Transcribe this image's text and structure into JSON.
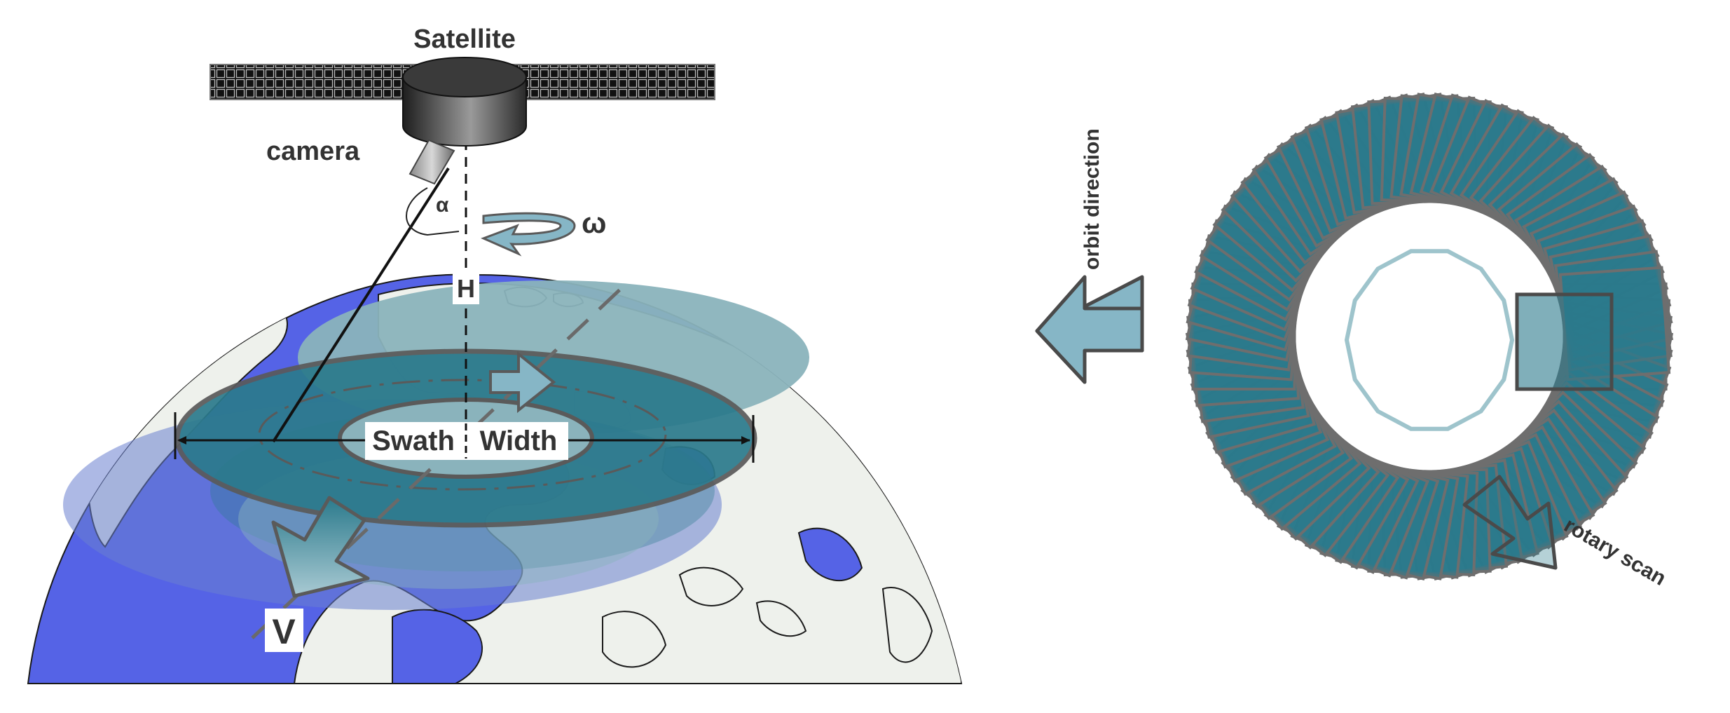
{
  "labels": {
    "satellite": "Satellite",
    "camera": "camera",
    "alpha": "α",
    "omega": "ω",
    "height": "H",
    "swath": "Swath",
    "width": "Width",
    "velocity": "V",
    "orbit_direction": "orbit direction",
    "rotary_scan": "rotary scan"
  },
  "colors": {
    "ocean": "#5563e6",
    "land": "#eef1ec",
    "scan_fill": "#2b7a8c",
    "scan_light": "#8ab3bc",
    "frame_stroke": "#6e6e6e",
    "arrow_fill": "#86b6c6",
    "text": "#333333"
  }
}
